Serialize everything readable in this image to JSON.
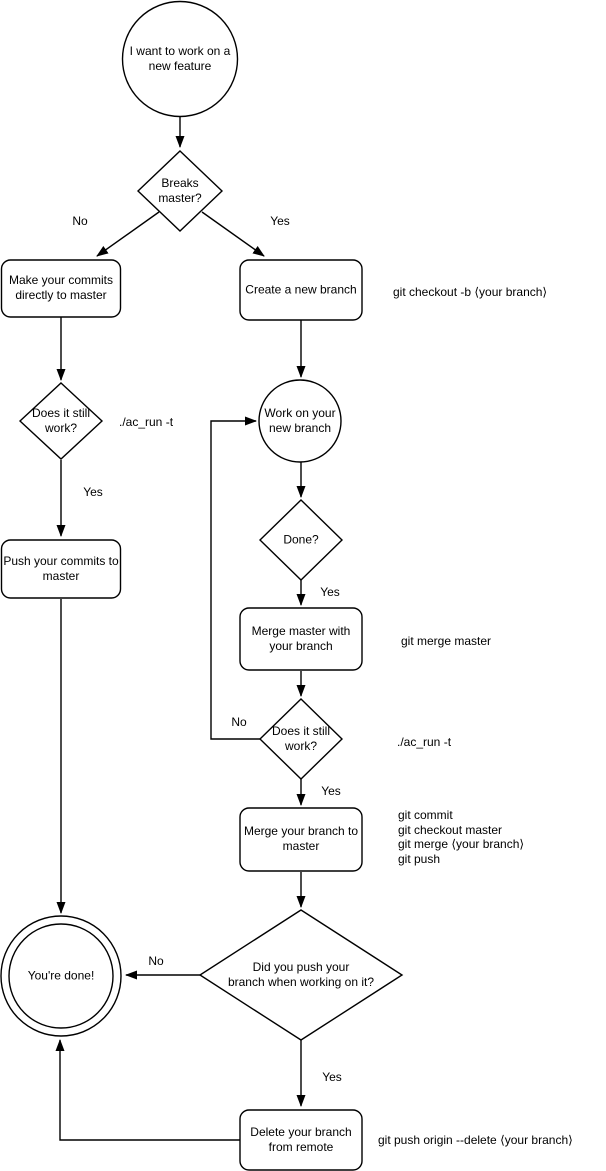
{
  "diagram": {
    "title": "Git branching workflow flowchart",
    "background_color": "#ffffff",
    "stroke_color": "#000000",
    "text_color": "#000000"
  },
  "nodes": {
    "start": {
      "shape": "circle",
      "label": "I want to work on a\nnew feature"
    },
    "breaks_master": {
      "shape": "diamond",
      "label": "Breaks\nmaster?"
    },
    "make_commits": {
      "shape": "rounded-rect",
      "label": "Make your commits\ndirectly to master"
    },
    "create_branch": {
      "shape": "rounded-rect",
      "label": "Create a new branch"
    },
    "does_it_work_1": {
      "shape": "diamond",
      "label": "Does it still\nwork?"
    },
    "push_commits": {
      "shape": "rounded-rect",
      "label": "Push your commits to\nmaster"
    },
    "work_branch": {
      "shape": "circle",
      "label": "Work on your\nnew branch"
    },
    "done_q": {
      "shape": "diamond",
      "label": "Done?"
    },
    "merge_master": {
      "shape": "rounded-rect",
      "label": "Merge master with\nyour branch"
    },
    "does_it_work_2": {
      "shape": "diamond",
      "label": "Does it still\nwork?"
    },
    "merge_branch": {
      "shape": "rounded-rect",
      "label": "Merge your branch to\nmaster"
    },
    "did_push": {
      "shape": "diamond",
      "label": "Did you push your\nbranch when working on it?"
    },
    "youre_done": {
      "shape": "double-circle",
      "label": "You're done!"
    },
    "delete_branch": {
      "shape": "rounded-rect",
      "label": "Delete your branch\nfrom remote"
    }
  },
  "edge_labels": {
    "breaks_no": "No",
    "breaks_yes": "Yes",
    "work1_yes": "Yes",
    "done_yes": "Yes",
    "work2_no": "No",
    "work2_yes": "Yes",
    "push_no": "No",
    "push_yes": "Yes"
  },
  "annotations": {
    "checkout_cmd": "git checkout -b ⟨your branch⟩",
    "ac_run_1": "./ac_run -t",
    "merge_master_cmd": "git merge master",
    "ac_run_2": "./ac_run -t",
    "merge_branch_cmds": "git commit\ngit checkout master\ngit merge ⟨your branch⟩\ngit push",
    "delete_remote_cmd": "git push origin --delete ⟨your branch⟩"
  }
}
